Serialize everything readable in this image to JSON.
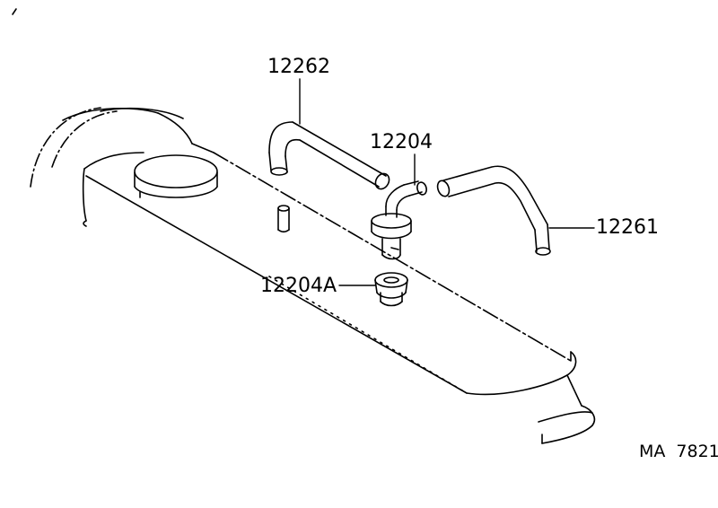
{
  "callouts": {
    "hose_upper": "12262",
    "pcv_valve": "12204",
    "hose_right": "12261",
    "grommet": "12204A"
  },
  "figure_code": {
    "prefix": "MA",
    "number": "7821"
  },
  "colors": {
    "line": "#000000",
    "background": "#ffffff"
  }
}
